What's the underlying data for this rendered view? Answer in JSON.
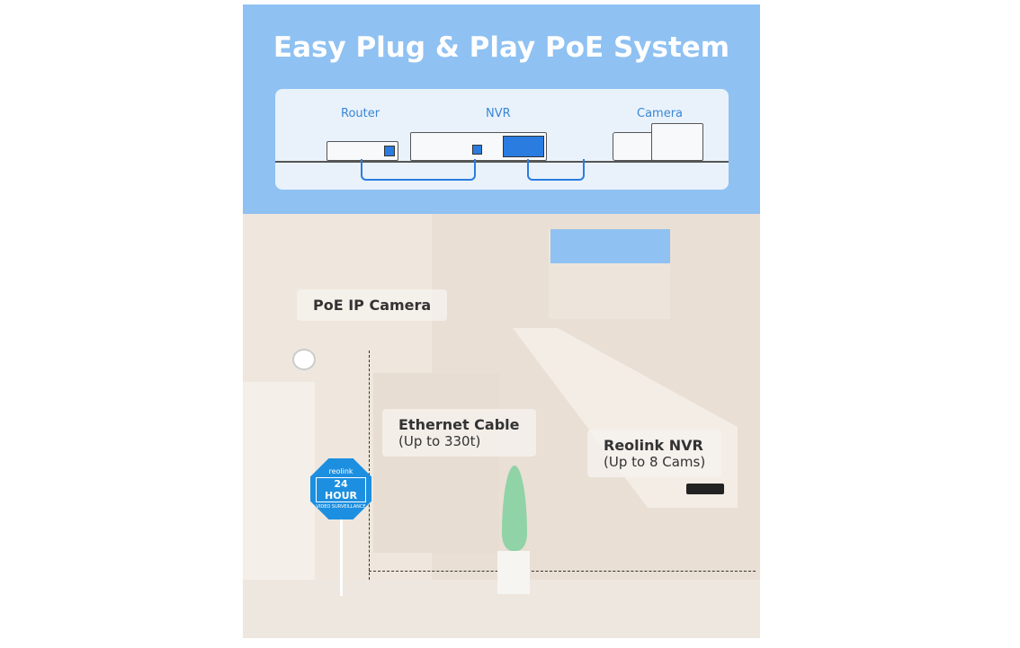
{
  "title": "Easy Plug & Play PoE System",
  "diagram": {
    "router": "Router",
    "nvr": "NVR",
    "camera": "Camera"
  },
  "callouts": {
    "camera": "PoE IP Camera",
    "cable_title": "Ethernet Cable",
    "cable_sub": "(Up to 330t)",
    "nvr_title": "Reolink NVR",
    "nvr_sub": "(Up to 8 Cams)"
  },
  "sign": {
    "brand": "reolink",
    "main": "24 HOUR",
    "sub": "VIDEO SURVEILLANCE"
  },
  "colors": {
    "sky": "#8fc1f2",
    "accent": "#2a7ce0",
    "sign": "#1d8fe0",
    "plant": "#8fd3a6"
  }
}
